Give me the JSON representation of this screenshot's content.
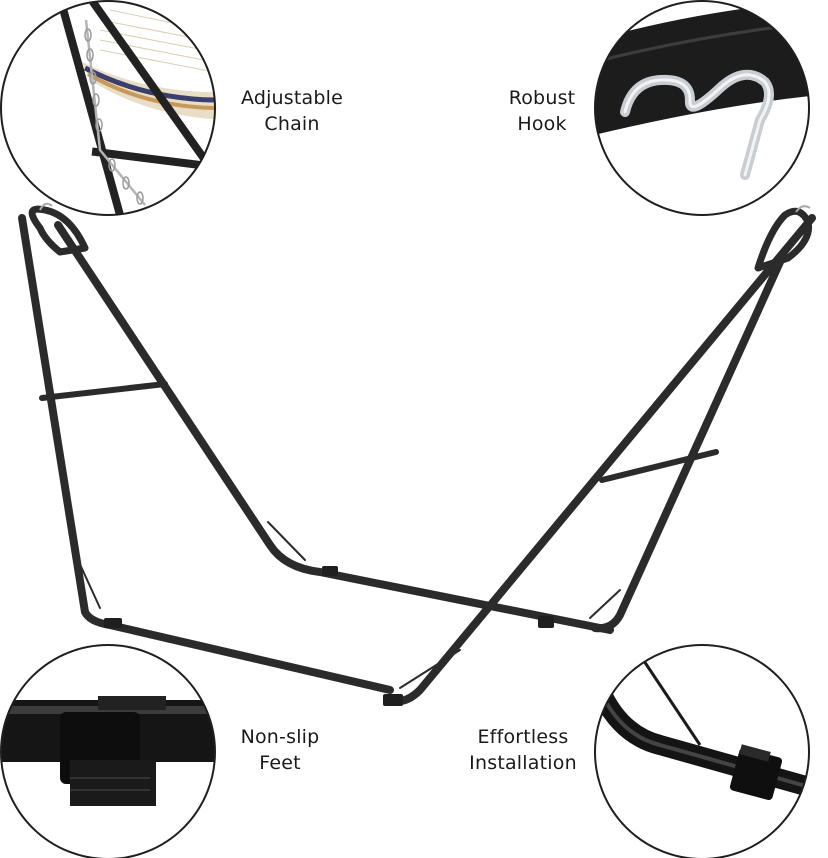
{
  "callouts": {
    "chain": {
      "line1": "Adjustable",
      "line2": "Chain"
    },
    "hook": {
      "line1": "Robust",
      "line2": "Hook"
    },
    "feet": {
      "line1": "Non-slip",
      "line2": "Feet"
    },
    "installation": {
      "line1": "Effortless",
      "line2": "Installation"
    }
  },
  "colors": {
    "frame": "#2b2b2b",
    "circle_border": "#1f1f1f",
    "chain": "#b9b9b9",
    "net": "#d8c39a",
    "background": "#ffffff"
  },
  "icons": [
    "chain-detail",
    "hook-detail",
    "foot-detail",
    "installation-detail"
  ]
}
